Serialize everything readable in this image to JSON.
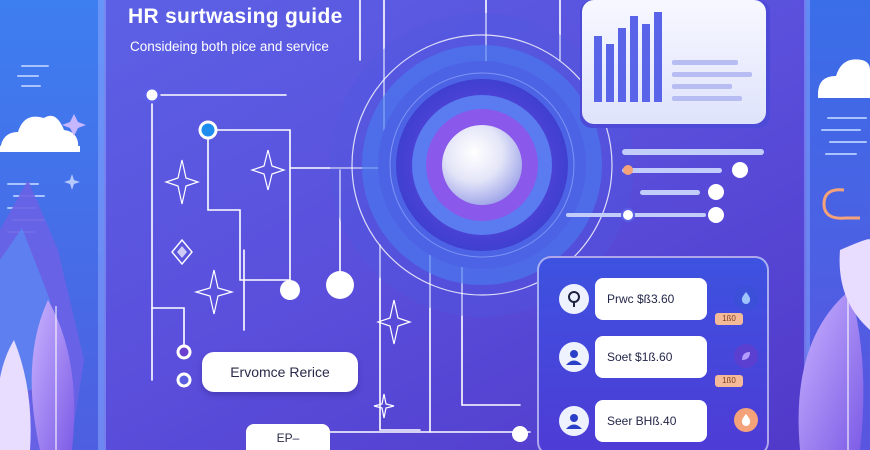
{
  "header": {
    "title": "HR surtwasing guide",
    "subtitle": "Consideing both pice and service"
  },
  "buttons": {
    "primary_label": "Ervomce Rerice",
    "secondary_label": "EP–"
  },
  "cards": [
    {
      "icon": "location-pin-icon",
      "label": "Prwc $ß3.60",
      "side_icon": "drop-icon",
      "tag": "1ß0"
    },
    {
      "icon": "user-icon",
      "label": "Soet $1ß.60",
      "side_icon": "leaf-icon",
      "tag": "1ß0"
    },
    {
      "icon": "user-icon",
      "label": "Seer BHß.40",
      "side_icon": "drop-icon",
      "tag": ""
    }
  ],
  "colors": {
    "bg_left": "#4a6fe8",
    "bg_center": "#5648d8",
    "accent_purple": "#6a3fd0",
    "panel": "#4248dc",
    "white": "#ffffff",
    "orange": "#f4a27a"
  }
}
